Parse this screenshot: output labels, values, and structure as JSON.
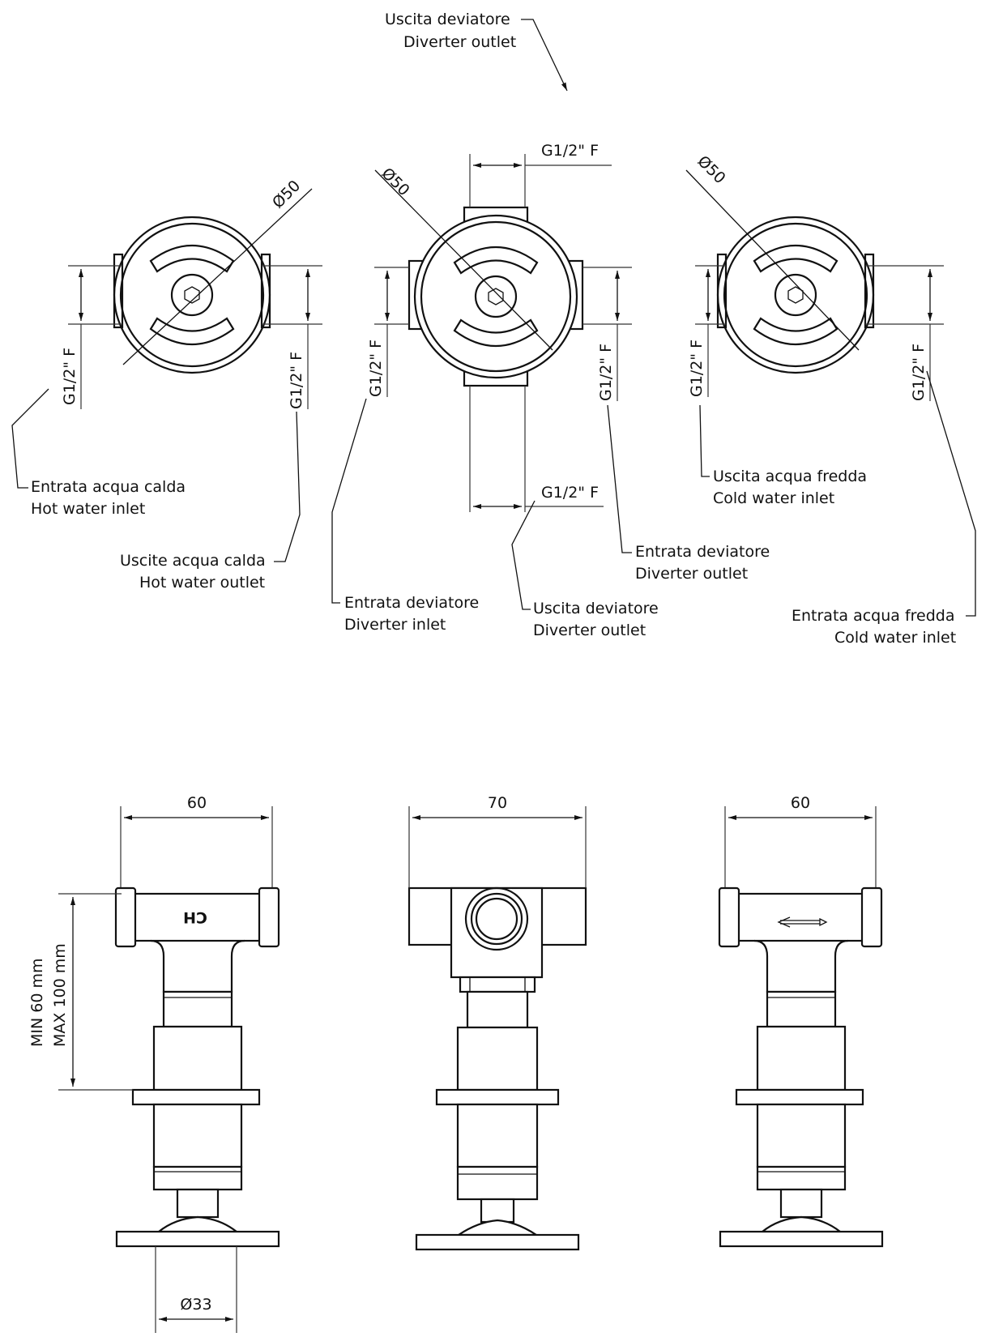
{
  "labels": {
    "top_it": "Uscita deviatore",
    "top_en": "Diverter outlet",
    "hot_in_it": "Entrata acqua calda",
    "hot_in_en": "Hot water inlet",
    "hot_out_it": "Uscite acqua calda",
    "hot_out_en": "Hot water outlet",
    "div_in_it": "Entrata deviatore",
    "div_in_en": "Diverter inlet",
    "div_out_it": "Uscita deviatore",
    "div_out_en": "Diverter outlet",
    "div_ent_it": "Entrata deviatore",
    "div_ent_en": "Diverter outlet",
    "cold_out_it": "Uscita acqua fredda",
    "cold_out_en": "Cold water inlet",
    "cold_in_it": "Entrata acqua fredda",
    "cold_in_en": "Cold water inlet"
  },
  "dims": {
    "thread": "G1/2\" F",
    "dia50": "Ø50",
    "w60": "60",
    "w70": "70",
    "dia33": "Ø33",
    "min": "MIN 60 mm",
    "max": "MAX 100 mm",
    "hot_mark": "CH"
  }
}
